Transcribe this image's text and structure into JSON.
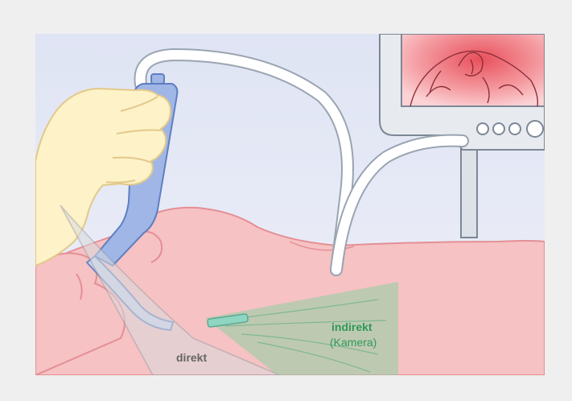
{
  "labels": {
    "direct": "direkt",
    "indirect": "indirekt",
    "indirect_sub": "(Kamera)"
  },
  "colors": {
    "frame": "#efefef",
    "background": "#e2e6f5",
    "skin": "#f6c2c3",
    "skin_outline": "#e48f95",
    "hand": "#fdf2c8",
    "hand_outline": "#e2c98a",
    "device": "#9fb6e6",
    "device_outline": "#5f7fc0",
    "cable": "#ffffff",
    "cable_outline": "#9aa4b2",
    "monitor": "#e7ebef",
    "monitor_outline": "#7d8796",
    "screen": "#f07a84",
    "camera_view": "#8fd0a4",
    "camera_label": "#2e9a59",
    "direct_label": "#666666"
  },
  "icons": [
    "monitor-icon",
    "monitor-button-icon",
    "videolaryngoscope-icon"
  ]
}
